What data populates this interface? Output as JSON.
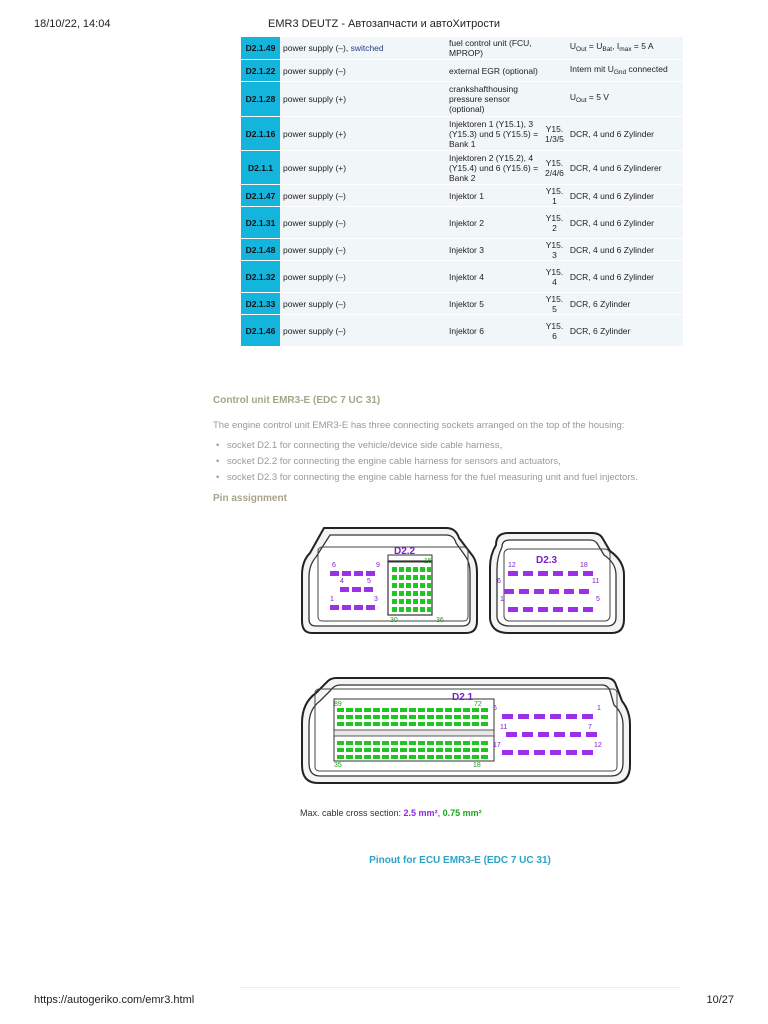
{
  "header": {
    "date": "18/10/22, 14:04",
    "title": "EMR3 DEUTZ - Автозапчасти и автоХитрости"
  },
  "footer": {
    "url": "https://autogeriko.com/emr3.html",
    "page": "10/27"
  },
  "table": {
    "rows": [
      {
        "pin": "D2.1.49",
        "signal": "power supply (–), ",
        "signal_extra": "switched",
        "component": "fuel control unit (FCU, MPROP)",
        "ref": "",
        "remark": "U_Out = U_Bat, I_max = 5 A"
      },
      {
        "pin": "D2.1.22",
        "signal": "power supply (–)",
        "signal_extra": "",
        "component": "external EGR (optional)",
        "ref": "",
        "remark": "Intern mit U_Gnd connected"
      },
      {
        "pin": "D2.1.28",
        "signal": "power supply (+)",
        "signal_extra": "",
        "component": "crankshafthousing pressure sensor (optional)",
        "ref": "",
        "remark": "U_Out = 5 V"
      },
      {
        "pin": "D2.1.16",
        "signal": "power supply (+)",
        "signal_extra": "",
        "component": "Injektoren 1 (Y15.1), 3 (Y15.3) und 5 (Y15.5) = Bank 1",
        "ref": "Y15. 1/3/5",
        "remark": "DCR, 4 und 6 Zylinder"
      },
      {
        "pin": "D2.1.1",
        "signal": "power supply (+)",
        "signal_extra": "",
        "component": "Injektoren 2 (Y15.2), 4 (Y15.4) und 6 (Y15.6) = Bank 2",
        "ref": "Y15. 2/4/6",
        "remark": "DCR, 4 und 6 Zylinderer"
      },
      {
        "pin": "D2.1.47",
        "signal": "power supply (–)",
        "signal_extra": "",
        "component": "Injektor 1",
        "ref": "Y15. 1",
        "remark": "DCR, 4 und 6 Zylinder"
      },
      {
        "pin": "D2.1.31",
        "signal": "power supply (–)",
        "signal_extra": "",
        "component": "Injektor 2",
        "ref": "Y15. 2",
        "remark": "DCR, 4 und 6 Zylinder"
      },
      {
        "pin": "D2.1.48",
        "signal": "power supply (–)",
        "signal_extra": "",
        "component": "Injektor 3",
        "ref": "Y15. 3",
        "remark": "DCR, 4 und 6 Zylinder"
      },
      {
        "pin": "D2.1.32",
        "signal": "power supply (–)",
        "signal_extra": "",
        "component": "Injektor 4",
        "ref": "Y15. 4",
        "remark": "DCR, 4 und 6 Zylinder"
      },
      {
        "pin": "D2.1.33",
        "signal": "power supply (–)",
        "signal_extra": "",
        "component": "Injektor 5",
        "ref": "Y15. 5",
        "remark": "DCR, 6 Zylinder"
      },
      {
        "pin": "D2.1.46",
        "signal": "power supply (–)",
        "signal_extra": "",
        "component": "Injektor 6",
        "ref": "Y15. 6",
        "remark": "DCR, 6 Zylinder"
      }
    ]
  },
  "section": {
    "heading": "Control unit EMR3-E (EDC 7 UC 31)",
    "intro": "The engine control unit EMR3-E has three connecting sockets arranged on the top of the housing:",
    "bullets": [
      "socket D2.1 for connecting the vehicle/device side cable harness,",
      "socket D2.2 for connecting the engine cable harness for sensors and actuators,",
      "socket D2.3 for connecting the engine cable harness for the fuel measuring unit and fuel injectors."
    ],
    "pin_heading": "Pin assignment"
  },
  "diagram": {
    "d22": {
      "label": "D2.2",
      "pins": [
        "6",
        "9",
        "15",
        "4",
        "5",
        "1",
        "3",
        "30",
        "36"
      ]
    },
    "d23": {
      "label": "D2.3",
      "pins": [
        "12",
        "18",
        "6",
        "11",
        "1",
        "5"
      ]
    },
    "d21": {
      "label": "D2.1",
      "pins": [
        "89",
        "72",
        "6",
        "1",
        "11",
        "7",
        "17",
        "12",
        "35",
        "18"
      ]
    },
    "colors": {
      "large_pin": "#9b30e8",
      "small_pin": "#22c422"
    },
    "cross_section_label": "Max. cable cross section: ",
    "cross_value_1": "2.5 mm²",
    "cross_sep": ", ",
    "cross_value_2": "0.75 mm²"
  },
  "caption": "Pinout for ECU EMR3-E (EDC 7 UC 31)"
}
